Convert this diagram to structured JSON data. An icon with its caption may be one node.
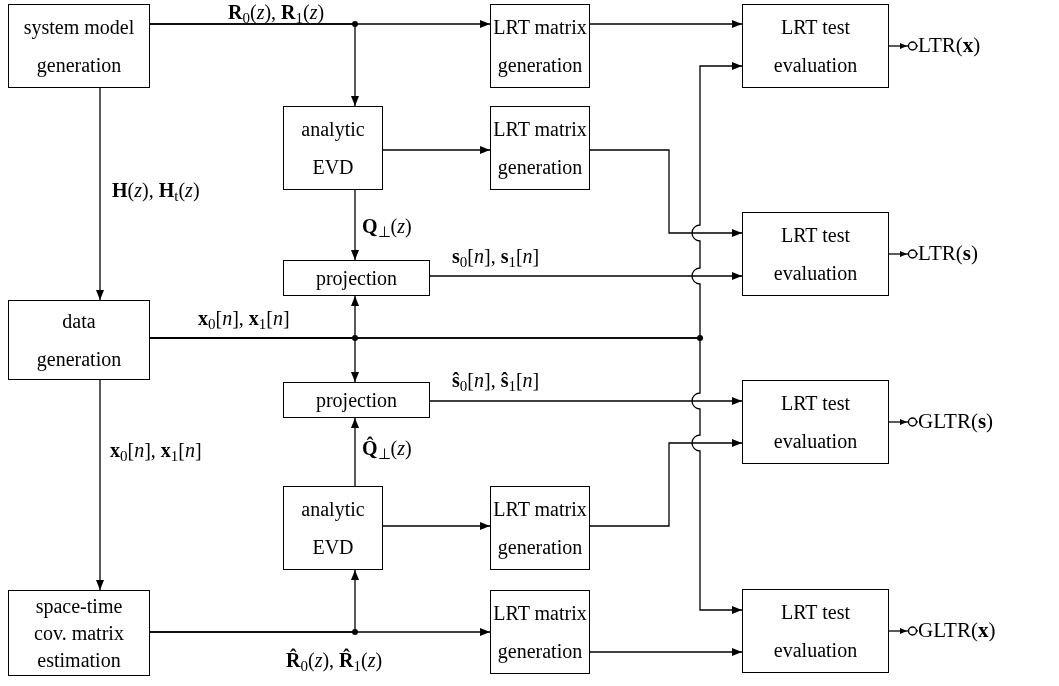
{
  "diagram": {
    "nodes": [
      {
        "text": [
          "system model generation"
        ]
      },
      {
        "text": [
          "LRT matrix generation"
        ]
      },
      {
        "text": [
          "LRT test evaluation"
        ]
      },
      {
        "text": [
          "analytic EVD"
        ]
      },
      {
        "text": [
          "LRT matrix generation"
        ]
      },
      {
        "text": [
          "LRT test evaluation"
        ]
      },
      {
        "text": [
          "projection"
        ]
      },
      {
        "text": [
          "data generation"
        ]
      },
      {
        "text": [
          "projection"
        ]
      },
      {
        "text": [
          "LRT test evaluation"
        ]
      },
      {
        "text": [
          "analytic EVD"
        ]
      },
      {
        "text": [
          "LRT matrix generation"
        ]
      },
      {
        "text": [
          "space-time cov. matrix estimation"
        ]
      },
      {
        "text": [
          "LRT matrix generation"
        ]
      },
      {
        "text": [
          "LRT test evaluation"
        ]
      },
      {
        "text": [
          "LTR(**x**)"
        ]
      },
      {
        "text": [
          "LTR(**s**)"
        ]
      },
      {
        "text": [
          "GLTR(**s**)"
        ]
      },
      {
        "text": [
          "GLTR(**x**)"
        ]
      }
    ],
    "edges": [
      {
        "from": 0,
        "to": 1,
        "arrow": "to",
        "label": "**R**$_{0}$(*z*), **R**$_{1}$(*z*)"
      },
      {
        "from": 0,
        "to": 3,
        "arrow": "to"
      },
      {
        "from": 1,
        "to": 2,
        "arrow": "to"
      },
      {
        "from": 3,
        "to": 4,
        "arrow": "to"
      },
      {
        "from": 3,
        "to": 6,
        "arrow": "to",
        "label": "**Q**$_{⊥}$(*z*)"
      },
      {
        "from": 4,
        "to": 5,
        "arrow": "to"
      },
      {
        "from": 6,
        "to": 5,
        "arrow": "to",
        "label": "**s**$_{0}$[*n*], **s**$_{1}$[*n*]"
      },
      {
        "from": 0,
        "to": 7,
        "arrow": "to",
        "label": "**H**(*z*), **H**$_{t}$(*z*)"
      },
      {
        "from": 7,
        "to": 6,
        "arrow": "to",
        "label": "**x**$_{0}$[*n*], **x**$_{1}$[*n*]"
      },
      {
        "from": 7,
        "to": 8,
        "arrow": "to"
      },
      {
        "from": 7,
        "to": 2,
        "arrow": "to"
      },
      {
        "from": 7,
        "to": 14,
        "arrow": "to"
      },
      {
        "from": 8,
        "to": 9,
        "arrow": "to",
        "label": "**ŝ**$_{0}$[*n*], **ŝ**$_{1}$[*n*]"
      },
      {
        "from": 7,
        "to": 12,
        "arrow": "to",
        "label": "**x**$_{0}$[*n*], **x**$_{1}$[*n*]"
      },
      {
        "from": 10,
        "to": 8,
        "arrow": "to",
        "label": "**Q̂**$_{⊥}$(*z*)"
      },
      {
        "from": 10,
        "to": 11,
        "arrow": "to"
      },
      {
        "from": 11,
        "to": 9,
        "arrow": "to"
      },
      {
        "from": 12,
        "to": 13,
        "arrow": "to",
        "label": "**R̂**$_{0}$(*z*), **R̂**$_{1}$(*z*)"
      },
      {
        "from": 12,
        "to": 10,
        "arrow": "to"
      },
      {
        "from": 13,
        "to": 14,
        "arrow": "to"
      },
      {
        "from": 2,
        "to": 15,
        "arrow": "to"
      },
      {
        "from": 5,
        "to": 16,
        "arrow": "to"
      },
      {
        "from": 9,
        "to": 17,
        "arrow": "to"
      },
      {
        "from": 14,
        "to": 18,
        "arrow": "to"
      }
    ]
  }
}
